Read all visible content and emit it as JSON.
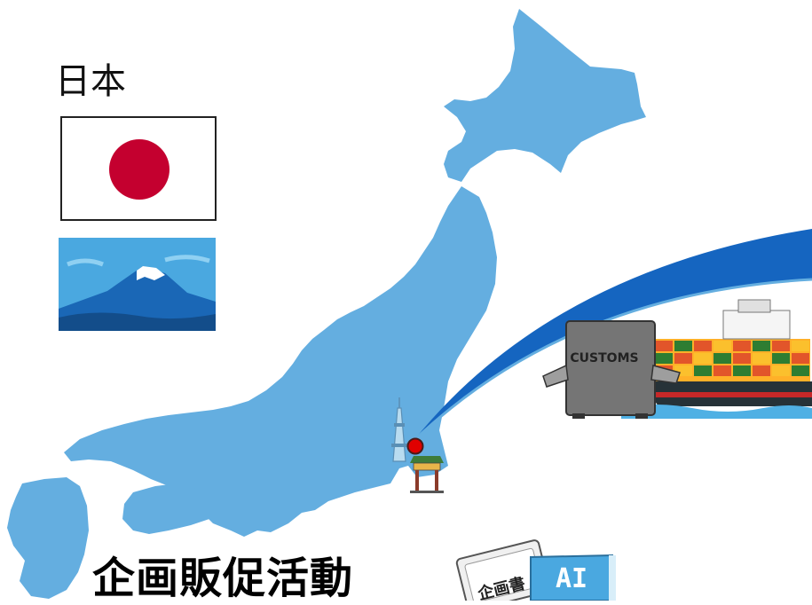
{
  "country_label": "日本",
  "caption": "企画販促活動",
  "customs_sign": "CUSTOMS",
  "ai_sign": "AI",
  "book_label": "企画書",
  "icons": [
    "japan-flag-icon",
    "mount-fuji-icon",
    "tokyo-tower-icon",
    "chinatown-gate-icon",
    "customs-icon",
    "cargo-ship-icon",
    "planning-document-icon",
    "ai-book-icon"
  ],
  "colors": {
    "map": "#64aee0",
    "route": "#1565c0",
    "marker": "#e00000",
    "sun": "#c4002f"
  }
}
